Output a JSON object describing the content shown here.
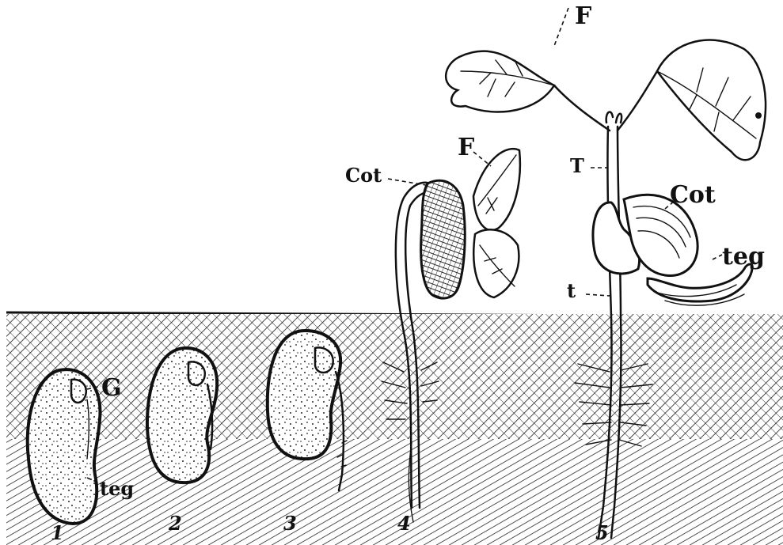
{
  "colors": {
    "ink": "#111111",
    "paper": "#ffffff"
  },
  "labels": {
    "stage1_G": "G",
    "stage1_teg": "teg",
    "stage4_cot": "Cot",
    "stage4_F": "F",
    "stage5_F": "F",
    "stage5_T": "T",
    "stage5_cot": "Cot",
    "stage5_teg": "teg",
    "stage5_t": "t"
  },
  "stage_numbers": [
    "1",
    "2",
    "3",
    "4",
    "5"
  ]
}
